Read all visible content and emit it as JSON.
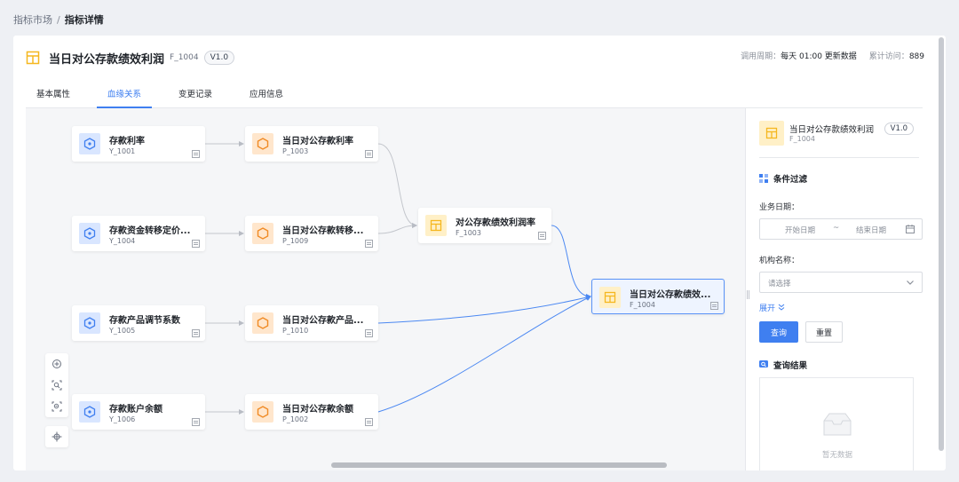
{
  "breadcrumb": {
    "parent": "指标市场",
    "separator": "/",
    "current": "指标详情"
  },
  "header": {
    "title": "当日对公存款绩效利润",
    "code": "F_1004",
    "version": "V1.0",
    "schedule_label": "调用周期：",
    "schedule_value": "每天 01:00 更新数据",
    "visits_label": "累计访问：",
    "visits_value": "889"
  },
  "tabs": [
    {
      "label": "基本属性"
    },
    {
      "label": "血缘关系",
      "active": true
    },
    {
      "label": "变更记录"
    },
    {
      "label": "应用信息"
    }
  ],
  "lineage": {
    "nodes": [
      {
        "name": "存款利率",
        "code": "Y_1001",
        "kind": "blue"
      },
      {
        "name": "存款资金转移定价...",
        "code": "Y_1004",
        "kind": "blue"
      },
      {
        "name": "存款产品调节系数",
        "code": "Y_1005",
        "kind": "blue"
      },
      {
        "name": "存款账户余额",
        "code": "Y_1006",
        "kind": "blue"
      },
      {
        "name": "当日对公存款利率",
        "code": "P_1003",
        "kind": "orange"
      },
      {
        "name": "当日对公存款转移...",
        "code": "P_1009",
        "kind": "orange"
      },
      {
        "name": "当日对公存款产品...",
        "code": "P_1010",
        "kind": "orange"
      },
      {
        "name": "当日对公存款余额",
        "code": "P_1002",
        "kind": "orange"
      },
      {
        "name": "对公存款绩效利润率",
        "code": "F_1003",
        "kind": "yellow"
      },
      {
        "name": "当日对公存款绩效...",
        "code": "F_1004",
        "kind": "yellow",
        "selected": true
      }
    ]
  },
  "panel": {
    "title": "当日对公存款绩效利润",
    "code": "F_1004",
    "version": "V1.0",
    "filter_section": "条件过滤",
    "date_label": "业务日期：",
    "date_start_placeholder": "开始日期",
    "date_sep": "~",
    "date_end_placeholder": "结束日期",
    "org_label": "机构名称：",
    "org_placeholder": "请选择",
    "expand_label": "展开",
    "query_button": "查询",
    "reset_button": "重置",
    "result_section": "查询结果",
    "empty_text": "暂无数据"
  },
  "colors": {
    "accent": "#3f7ff0",
    "node_blue": "#d9e6ff",
    "node_orange": "#ffe6cc",
    "node_yellow": "#fff0c7"
  }
}
